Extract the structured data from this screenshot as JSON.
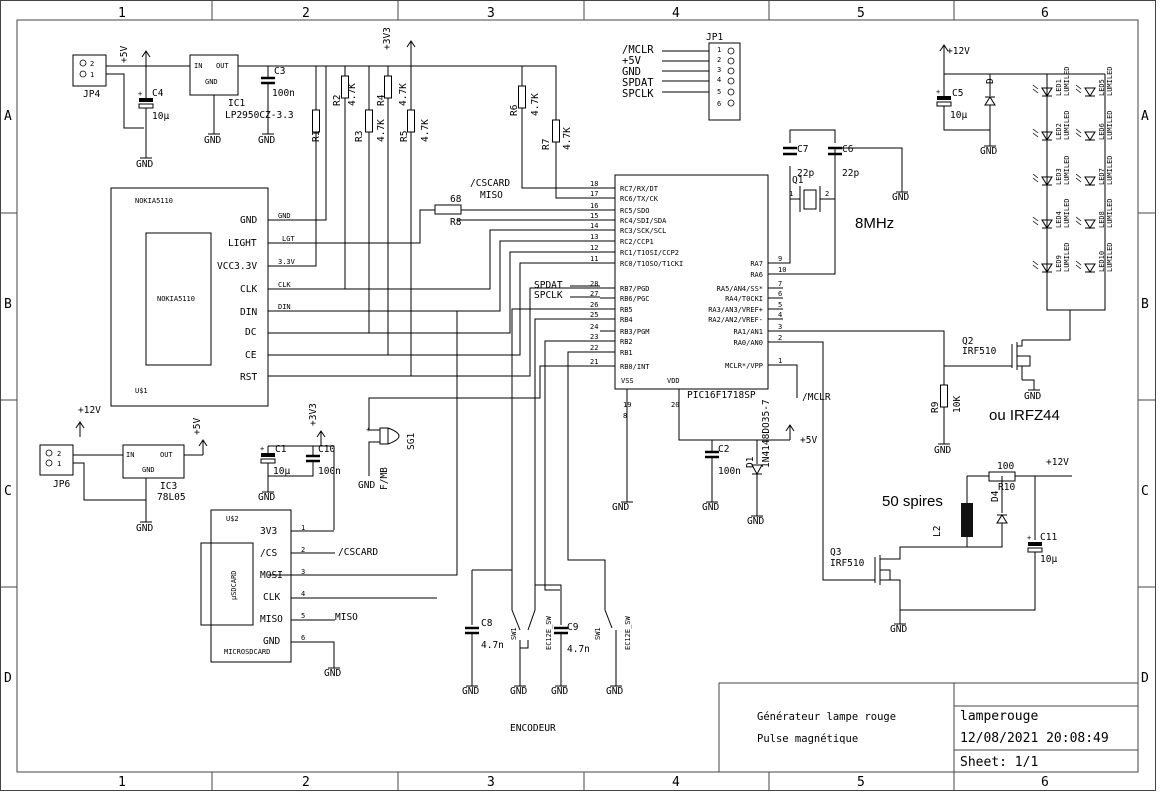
{
  "frame": {
    "columns": [
      "1",
      "2",
      "3",
      "4",
      "5",
      "6"
    ],
    "rows": [
      "A",
      "B",
      "C",
      "D"
    ]
  },
  "title_block": {
    "title_line1": "Générateur lampe rouge",
    "title_line2": "Pulse magnétique",
    "filename": "lamperouge",
    "datetime": "12/08/2021 20:08:49",
    "sheet": "Sheet: 1/1"
  },
  "notes": {
    "crystal_freq": "8MHz",
    "alt_mosfet": "ou IRFZ44",
    "coil_turns": "50 spires",
    "encoder_label": "ENCODEUR"
  },
  "rails": {
    "p5v": "+5V",
    "p3v3": "+3V3",
    "p12v": "+12V",
    "gnd": "GND"
  },
  "parts": {
    "jp4": "JP4",
    "jp6": "JP6",
    "jp1": "JP1",
    "ic1": "IC1",
    "ic1_val": "LP2950CZ-3.3",
    "ic3": "IC3",
    "ic3_val": "78L05",
    "reg_in": "IN",
    "reg_out": "OUT",
    "reg_gnd": "GND",
    "c1": "C1",
    "c1_val": "10µ",
    "c2": "C2",
    "c2_val": "100n",
    "c3": "C3",
    "c3_val": "100n",
    "c4": "C4",
    "c4_val": "10µ",
    "c5": "C5",
    "c5_val": "10µ",
    "c6": "C6",
    "c6_val": "22p",
    "c7": "C7",
    "c7_val": "22p",
    "c8": "C8",
    "c8_val": "4.7n",
    "c9": "C9",
    "c9_val": "4.7n",
    "c10": "C10",
    "c10_val": "100n",
    "c11": "C11",
    "c11_val": "10µ",
    "r1": "R1",
    "r2": "R2",
    "r3": "R3",
    "r4": "R4",
    "r5": "R5",
    "r6": "R6",
    "r7": "R7",
    "r47k": "4.7K",
    "r8": "R8",
    "r8_val": "68",
    "r9": "R9",
    "r9_val": "10K",
    "r10": "R10",
    "r10_val": "100",
    "q1": "Q1",
    "q2": "Q2",
    "q2_val": "IRF510",
    "q3": "Q3",
    "q3_val": "IRF510",
    "d1": "D1",
    "d1_val": "1N4148DO35-7",
    "d4": "D4",
    "d_top": "D",
    "l2": "L2",
    "sg1": "SG1",
    "sg1_val": "F/MB",
    "sw1": "SW1",
    "sw_val": "EC12E_SW",
    "pic_val": "PIC16F1718SP",
    "lcd_name": "NOKIA5110",
    "lcd_ref": "U$1",
    "sd_ref": "U$2",
    "sd_inner": "µSDCARD",
    "sd_name": "MICROSDCARD"
  },
  "jp1_pins": [
    "/MCLR",
    "+5V",
    "GND",
    "SPDAT",
    "SPCLK"
  ],
  "jp1_nums": [
    "1",
    "2",
    "3",
    "4",
    "5",
    "6"
  ],
  "lcd_pins": [
    "GND",
    "LIGHT",
    "VCC3.3V",
    "CLK",
    "DIN",
    "DC",
    "CE",
    "RST"
  ],
  "lcd_nets": [
    "GND",
    "LGT",
    "3.3V",
    "CLK",
    "DIN"
  ],
  "sd_pins": [
    "3V3",
    "/CS",
    "MOSI",
    "CLK",
    "MISO",
    "GND"
  ],
  "sd_pin_nums": [
    "1",
    "2",
    "3",
    "4",
    "5",
    "6"
  ],
  "sd_nets": [
    "/CSCARD",
    "MISO"
  ],
  "pic_left": [
    {
      "num": "18",
      "name": "RC7/RX/DT"
    },
    {
      "num": "17",
      "name": "RC6/TX/CK"
    },
    {
      "num": "16",
      "name": "RC5/SDO"
    },
    {
      "num": "15",
      "name": "RC4/SDI/SDA"
    },
    {
      "num": "14",
      "name": "RC3/SCK/SCL"
    },
    {
      "num": "13",
      "name": "RC2/CCP1"
    },
    {
      "num": "12",
      "name": "RC1/T1OSI/CCP2"
    },
    {
      "num": "11",
      "name": "RC0/T1OSO/T1CKI"
    },
    {
      "num": "28",
      "name": "RB7/PGD"
    },
    {
      "num": "27",
      "name": "RB6/PGC"
    },
    {
      "num": "26",
      "name": "RB5"
    },
    {
      "num": "25",
      "name": "RB4"
    },
    {
      "num": "24",
      "name": "RB3/PGM"
    },
    {
      "num": "23",
      "name": "RB2"
    },
    {
      "num": "22",
      "name": "RB1"
    },
    {
      "num": "21",
      "name": "RB0/INT"
    }
  ],
  "pic_right": [
    {
      "num": "9",
      "name": "RA7"
    },
    {
      "num": "10",
      "name": "RA6"
    },
    {
      "num": "7",
      "name": "RA5/AN4/SS*"
    },
    {
      "num": "6",
      "name": "RA4/T0CKI"
    },
    {
      "num": "5",
      "name": "RA3/AN3/VREF+"
    },
    {
      "num": "4",
      "name": "RA2/AN2/VREF-"
    },
    {
      "num": "3",
      "name": "RA1/AN1"
    },
    {
      "num": "2",
      "name": "RA0/AN0"
    },
    {
      "num": "1",
      "name": "MCLR*/VPP"
    }
  ],
  "pic_bottom": {
    "vss": "VSS",
    "vdd": "VDD",
    "n19": "19",
    "n8": "8",
    "n20": "20"
  },
  "pic_nets": {
    "cscard": "/CSCARD",
    "miso": "MISO",
    "spdat": "SPDAT",
    "spclk": "SPCLK",
    "mclr": "/MCLR"
  },
  "leds": [
    "LED1",
    "LED2",
    "LED3",
    "LED4",
    "LED9",
    "LED5",
    "LED6",
    "LED7",
    "LED8",
    "LED10"
  ],
  "led_type": "LUMILED",
  "pin_marks": {
    "one": "1",
    "two": "2"
  },
  "colors": {
    "ink": "#000000",
    "frame": "#444444",
    "paper": "#ffffff"
  }
}
